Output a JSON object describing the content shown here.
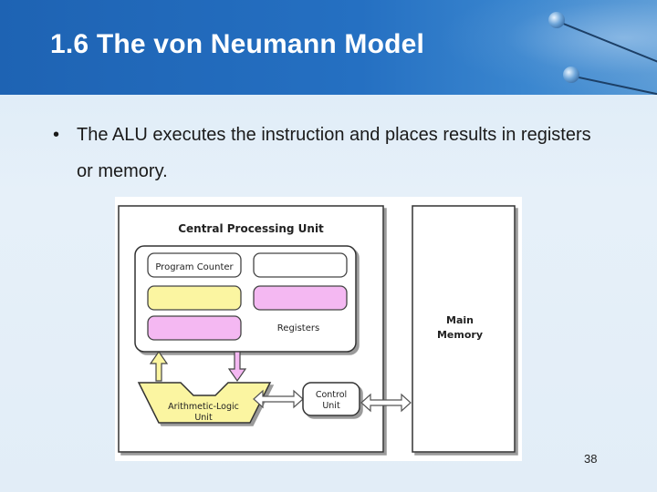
{
  "slide": {
    "title": "1.6 The von Neumann Model",
    "bullet": "The ALU executes the instruction and places results in registers or memory.",
    "bullet_marker": "•",
    "page_number": "38"
  },
  "diagram": {
    "cpu_label": "Central Processing Unit",
    "program_counter_label": "Program Counter",
    "registers_label": "Registers",
    "alu_line1": "Arithmetic-Logic",
    "alu_line2": "Unit",
    "control_line1": "Control",
    "control_line2": "Unit",
    "memory_line1": "Main",
    "memory_line2": "Memory",
    "colors": {
      "yellow": "#fbf5a1",
      "pink": "#f4b8f2",
      "alu_fill": "#fbf5a1"
    }
  }
}
